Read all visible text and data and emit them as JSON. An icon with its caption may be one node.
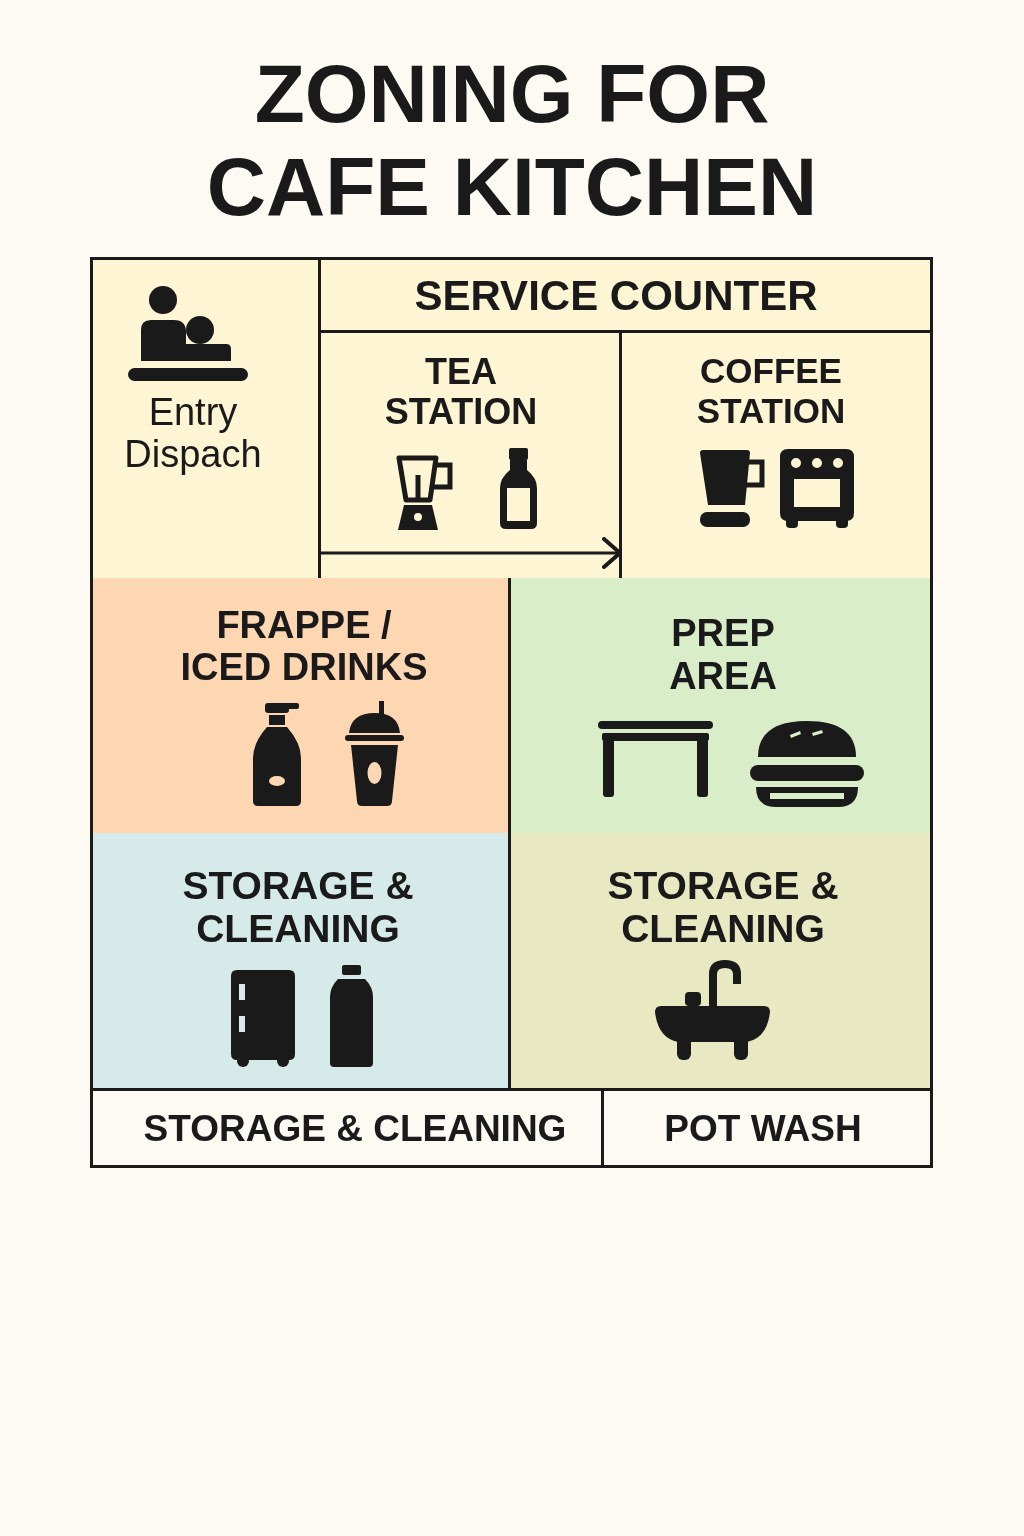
{
  "diagram": {
    "title": "ZONING FOR CAFE KITCHEN",
    "nodes": [
      {
        "text": [
          "Entry Dispach"
        ]
      },
      {
        "text": [
          "SERVICE COUNTER"
        ]
      },
      {
        "text": [
          "TEA STATION"
        ]
      },
      {
        "text": [
          "COFFEE STATION"
        ]
      },
      {
        "text": [
          "FRAPPE / ICED DRINKS"
        ]
      },
      {
        "text": [
          "PREP AREA"
        ]
      },
      {
        "text": [
          "STORAGE & CLEANING"
        ]
      },
      {
        "text": [
          "STORAGE & CLEANING"
        ]
      },
      {
        "text": [
          "STORAGE & CLEANING"
        ]
      },
      {
        "text": [
          "POT WASH"
        ]
      }
    ],
    "edges": [
      {
        "from": 0,
        "to": 3,
        "arrow": "to"
      }
    ]
  }
}
